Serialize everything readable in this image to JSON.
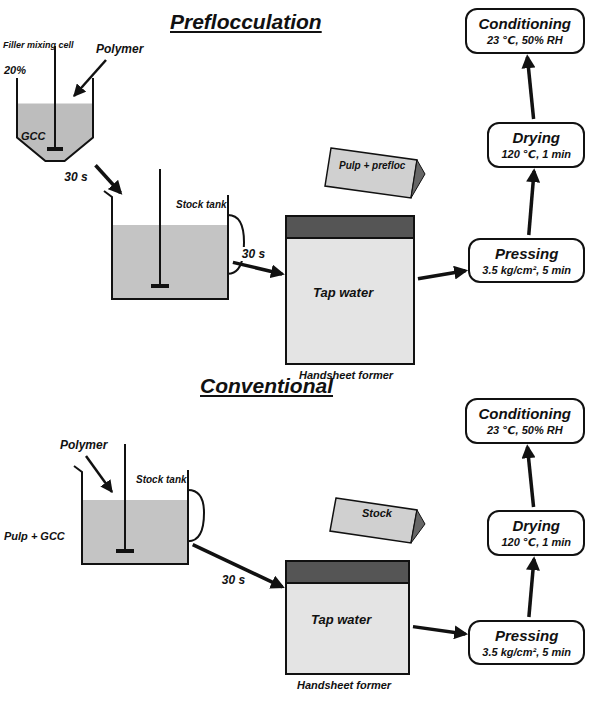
{
  "diagram": {
    "nodes": [
      {
        "text": [
          "GCC"
        ]
      },
      {
        "text": [
          "Stock tank"
        ]
      },
      {
        "text": [
          "Pulp + prefloc"
        ]
      },
      {
        "text": [
          "Tap water",
          "Handsheet former"
        ]
      },
      {
        "text": [
          "Pressing",
          "3.5 kg/cm², 5 min"
        ]
      },
      {
        "text": [
          "Drying",
          "120 ℃, 1 min"
        ]
      },
      {
        "text": [
          "Conditioning",
          "23 ℃, 50% RH"
        ]
      },
      {
        "text": [
          "Stock tank"
        ]
      },
      {
        "text": [
          "Stock"
        ]
      },
      {
        "text": [
          "Tap water",
          "Handsheet former"
        ]
      },
      {
        "text": [
          "Pressing",
          "3.5 kg/cm², 5 min"
        ]
      },
      {
        "text": [
          "Drying",
          "120 ℃, 1 min"
        ]
      },
      {
        "text": [
          "Conditioning",
          "23 ℃, 50% RH"
        ]
      }
    ],
    "edges": [
      {
        "from": 0,
        "to": 1,
        "label": "30 s",
        "arrow": "to"
      },
      {
        "from": 1,
        "to": 3,
        "label": "30 s",
        "arrow": "to"
      },
      {
        "from": 3,
        "to": 4,
        "arrow": "to"
      },
      {
        "from": 4,
        "to": 5,
        "arrow": "to"
      },
      {
        "from": 5,
        "to": 6,
        "arrow": "to"
      },
      {
        "from": 7,
        "to": 9,
        "label": "30 s",
        "arrow": "to"
      },
      {
        "from": 9,
        "to": 10,
        "arrow": "to"
      },
      {
        "from": 10,
        "to": 11,
        "arrow": "to"
      },
      {
        "from": 11,
        "to": 12,
        "arrow": "to"
      }
    ],
    "labels": [
      "Preflocculation",
      "Filler mixing cell",
      "20%",
      "Polymer",
      "Conventional",
      "Polymer",
      "Pulp + GCC"
    ]
  }
}
